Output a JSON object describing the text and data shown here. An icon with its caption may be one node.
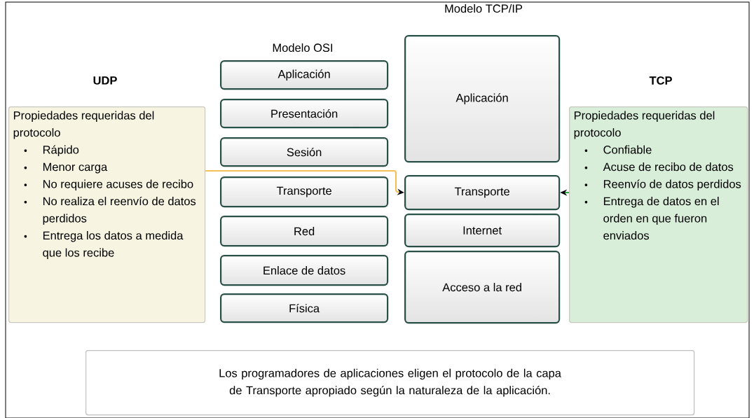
{
  "diagram": {
    "nodes": [
      {
        "text": [
          "UDP",
          "Propiedades requeridas del protocolo",
          "Rápido",
          "Menor carga",
          "No requiere acuses de recibo",
          "No realiza el reenvío de datos perdidos",
          "Entrega los datos a medida que los recibe"
        ]
      },
      {
        "text": [
          "Aplicación"
        ]
      },
      {
        "text": [
          "Presentación"
        ]
      },
      {
        "text": [
          "Sesión"
        ]
      },
      {
        "text": [
          "Transporte"
        ]
      },
      {
        "text": [
          "Red"
        ]
      },
      {
        "text": [
          "Enlace de datos"
        ]
      },
      {
        "text": [
          "Física"
        ]
      },
      {
        "text": [
          "Aplicación"
        ]
      },
      {
        "text": [
          "Transporte"
        ]
      },
      {
        "text": [
          "Internet"
        ]
      },
      {
        "text": [
          "Acceso a la red"
        ]
      },
      {
        "text": [
          "TCP",
          "Propiedades requeridas del protocolo",
          "Confiable",
          "Acuse de recibo de datos",
          "Reenvío de datos perdidos",
          "Entrega de datos en el orden en que fueron enviados"
        ]
      },
      {
        "text": [
          "Los programadores de aplicaciones eligen el protocolo de la capa de Transporte apropiado según la naturaleza de la aplicación."
        ]
      }
    ],
    "edges": [
      {
        "from": 0,
        "to": 9,
        "arrow": "to",
        "color": "#f5bd55"
      },
      {
        "from": 12,
        "to": 9,
        "arrow": "to",
        "color": "#2aa836"
      }
    ],
    "labels": [
      "Modelo TCP/IP",
      "Modelo OSI"
    ]
  }
}
